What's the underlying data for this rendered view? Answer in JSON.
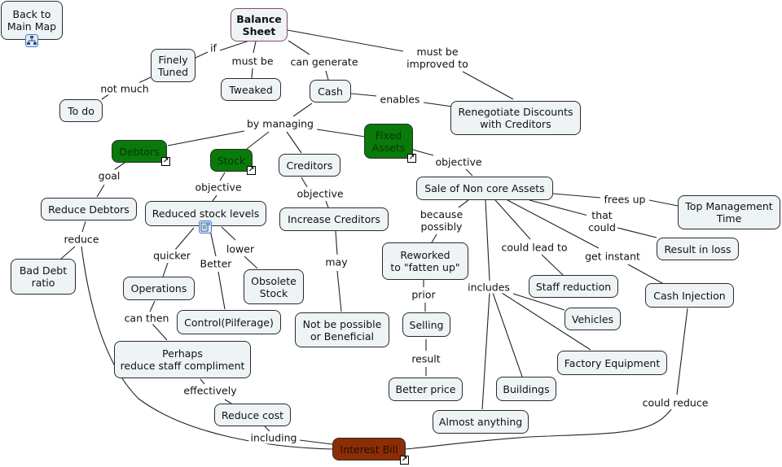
{
  "colors": {
    "concept_fill": "#eef3f5",
    "highlight_green": "#0a7a0a",
    "highlight_brown": "#8b2e06",
    "root_border": "#8b4a6b"
  },
  "nodes": {
    "back": "Back to\nMain Map",
    "balance_sheet": "Balance\nSheet",
    "finely_tuned": "Finely\nTuned",
    "tweaked": "Tweaked",
    "to_do": "To do",
    "cash": "Cash",
    "renegotiate": "Renegotiate Discounts\nwith Creditors",
    "debtors": "Debtors",
    "stock": "Stock",
    "creditors": "Creditors",
    "fixed_assets": "Fixed\nAssets",
    "reduce_debtors": "Reduce Debtors",
    "bad_debt": "Bad Debt\nratio",
    "reduced_stock": "Reduced stock levels",
    "operations": "Operations",
    "control": "Control(Pilferage)",
    "obsolete": "Obsolete\nStock",
    "perhaps": "Perhaps\nreduce staff compliment",
    "reduce_cost": "Reduce cost",
    "increase_creditors": "Increase Creditors",
    "not_possible": "Not be possible\nor Beneficial",
    "sale_non_core": "Sale of Non core Assets",
    "reworked": "Reworked\nto \"fatten up\"",
    "selling": "Selling",
    "better_price": "Better price",
    "top_mgmt": "Top Management\nTime",
    "result_loss": "Result in loss",
    "staff_reduction": "Staff reduction",
    "cash_injection": "Cash Injection",
    "vehicles": "Vehicles",
    "factory_equipment": "Factory Equipment",
    "buildings": "Buildings",
    "almost_anything": "Almost anything",
    "interest_bill": "Interest Bill"
  },
  "links": {
    "if": "if",
    "not_much": "not much",
    "must_be": "must be",
    "can_generate": "can generate",
    "must_be_improved": "must be\nimproved to",
    "enables": "enables",
    "by_managing": "by managing",
    "goal": "goal",
    "reduce": "reduce",
    "objective_stock": "objective",
    "objective_creditors": "objective",
    "objective_fixed": "objective",
    "quicker": "quicker",
    "better": "Better",
    "lower": "lower",
    "can_then": "can then",
    "effectively": "effectively",
    "including": "including",
    "may": "may",
    "because_possibly": "because\npossibly",
    "prior": "prior",
    "result": "result",
    "frees_up": "frees up",
    "that_could": "that\ncould",
    "could_lead_to": "could lead to",
    "get_instant": "get instant",
    "includes": "includes",
    "could_reduce": "could reduce"
  },
  "icons": {
    "link_glyph": "↗"
  }
}
